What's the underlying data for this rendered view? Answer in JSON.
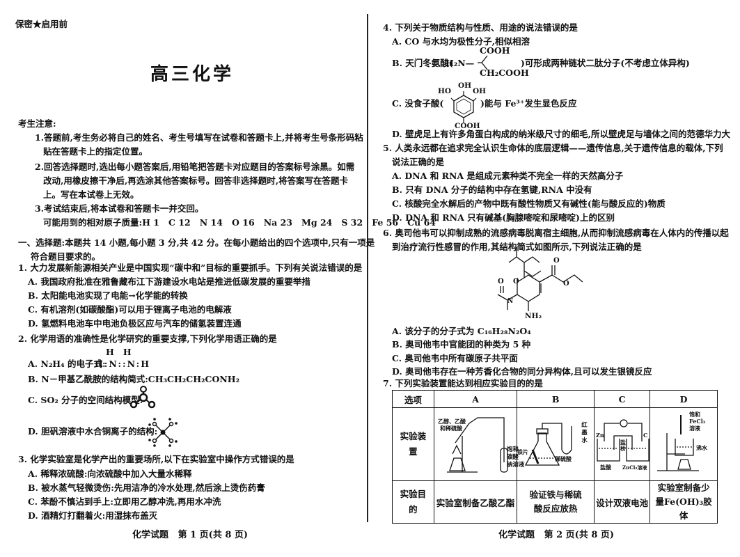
{
  "header": {
    "confidential": "保密★启用前",
    "title": "高三化学"
  },
  "notice": {
    "heading": "考生注意:",
    "items": [
      "1.答题前,考生务必将自己的姓名、考生号填写在试卷和答题卡上,并将考生号条形码粘",
      "贴在答题卡上的指定位置。",
      "2.回答选择题时,选出每小题答案后,用铅笔把答题卡对应题目的答案标号涂黑。如需",
      "改动,用橡皮擦干净后,再选涂其他答案标号。回答非选择题时,将答案写在答题卡",
      "上。写在本试卷上无效。",
      "3.考试结束后,将本试卷和答题卡一并交回。"
    ],
    "atomic_masses": "可能用到的相对原子质量:H 1   C 12   N 14   O 16   Na 23   Mg 24   S 32   Fe 56   Cu 64"
  },
  "section1": {
    "line1": "一、选择题:本题共 14 小题,每小题 3 分,共 42 分。在每小题给出的四个选项中,只有一项是",
    "line2": "符合题目要求的。"
  },
  "q1": {
    "stem": "1. 大力发展新能源相关产业是中国实现“碳中和”目标的重要抓手。下列有关说法错误的是",
    "options": [
      "A. 我国政府批准在雅鲁藏布江下游建设水电站是推进低碳发展的重要举措",
      "B. 太阳能电池实现了电能→化学能的转换",
      "C. 有机溶剂(如碳酸酯)可以用于锂离子电池的电解液",
      "D. 氢燃料电池车中电池负极区应与汽车的储氢装置连通"
    ]
  },
  "q2": {
    "stem": "2. 化学用语的准确性是化学研究的重要支撑,下列化学用语正确的是",
    "a_label": "A. N₂H₄ 的电子式:",
    "a_formula": "H:N::N:H",
    "a_top": "H   H",
    "b": "B. N－甲基乙酰胺的结构简式:CH₃CH₂CH₂CONH₂",
    "c": "C. SO₂ 分子的空间结构模型:",
    "d": "D. 胆矾溶液中水合铜离子的结构:"
  },
  "q3": {
    "stem": "3. 化学实验室是化学产出的重要场所,以下在实验室中操作方式错误的是",
    "options": [
      "A. 稀释浓硫酸:向浓硫酸中加入大量水稀释",
      "B. 被水蒸气轻微烫伤:先用洁净的冷水处理,然后涂上烫伤药膏",
      "C. 苯酚不慎沾到手上:立即用乙醇冲洗,再用水冲洗",
      "D. 酒精灯打翻着火:用湿抹布盖灭"
    ]
  },
  "footer_left": "化学试题   第 1 页(共 8 页)",
  "q4": {
    "stem": "4. 下列关于物质结构与性质、用途的说法错误的是",
    "a": "A. CO 与水均为极性分子,相似相溶",
    "b_pre": "B. 天门冬氨酸(",
    "b_post": ")可形成两种链状二肽分子(不考虑立体异构)",
    "b_struct": {
      "amine": "H₂N—",
      "top": "COOH",
      "bottom": "CH₂COOH"
    },
    "c_pre": "C. 没食子酸(",
    "c_post": ")能与 Fe³⁺发生显色反应",
    "c_struct": {
      "ho": "HO",
      "oh_top": "OH",
      "oh_right": "OH",
      "cooh": "COOH"
    },
    "d": "D. 壁虎足上有许多角蛋白构成的纳米级尺寸的细毛,所以壁虎足与墙体之间的范德华力大"
  },
  "q5": {
    "stem1": "5. 人类永远都在追求完全认识生命体的底层逻辑——遗传信息,关于遗传信息的载体,下列",
    "stem2": "说法正确的是",
    "options": [
      "A. DNA 和 RNA 是组成元素种类不完全一样的天然高分子",
      "B. 只有 DNA 分子的结构中存在氢键,RNA 中没有",
      "C. 核酸完全水解后的产物中既有酸性物质又有碱性(能与酸反应的)物质",
      "D. DNA 和 RNA 只有碱基(胸腺嘧啶和尿嘧啶)上的区别"
    ]
  },
  "q6": {
    "stem1": "6. 奥司他韦可以抑制成熟的流感病毒脱离宿主细胞,从而抑制流感病毒在人体内的传播以起",
    "stem2": "到治疗流行性感冒的作用,其结构简式如图所示,下列说法正确的是",
    "nh2": "NH₂",
    "options": [
      "A. 该分子的分子式为 C₁₆H₂₈N₂O₄",
      "B. 奥司他韦中官能团的种类为 5 种",
      "C. 奥司他韦中所有碳原子共平面",
      "D. 奥司他韦存在一种芳香化合物的同分异构体,且可以发生银镜反应"
    ]
  },
  "q7": {
    "stem": "7. 下列实验装置能达到相应实验目的的是",
    "table": {
      "row_labels": [
        "选项",
        "实验装置",
        "实验目的"
      ],
      "columns": [
        "A",
        "B",
        "C",
        "D"
      ],
      "apparatus_labels": {
        "A": [
          "乙醇、乙酸",
          "和稀硫酸",
          "饱和",
          "碳酸",
          "钠溶液"
        ],
        "B": [
          "铁片",
          "稀硫酸",
          "红",
          "墨",
          "水"
        ],
        "C": [
          "Zn",
          "C",
          "盐",
          "桥",
          "盐酸",
          "ZnCl₂溶液"
        ],
        "D": [
          "饱和",
          "FeCl₃",
          "溶液",
          "沸水"
        ]
      },
      "purposes": [
        "实验室制备乙酸乙酯",
        "验证铁与稀硫酸反应放热",
        "设计双液电池",
        "实验室制备少量Fe(OH)₃胶体"
      ]
    }
  },
  "footer_right": "化学试题   第 2 页(共 8 页)"
}
